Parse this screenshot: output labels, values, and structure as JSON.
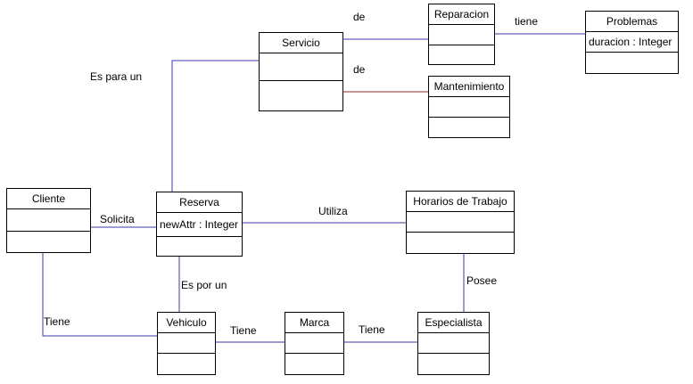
{
  "classes": {
    "servicio": {
      "name": "Servicio",
      "attribute": ""
    },
    "reparacion": {
      "name": "Reparacion",
      "attribute": ""
    },
    "problemas": {
      "name": "Problemas",
      "attribute": "duracion : Integer"
    },
    "mantenimiento": {
      "name": "Mantenimiento",
      "attribute": ""
    },
    "cliente": {
      "name": "Cliente",
      "attribute": ""
    },
    "reserva": {
      "name": "Reserva",
      "attribute": "newAttr : Integer"
    },
    "horarios": {
      "name": "Horarios de Trabajo",
      "attribute": ""
    },
    "vehiculo": {
      "name": "Vehiculo",
      "attribute": ""
    },
    "marca": {
      "name": "Marca",
      "attribute": ""
    },
    "especialista": {
      "name": "Especialista",
      "attribute": ""
    }
  },
  "associations": {
    "servicio_reparacion": "de",
    "reparacion_problemas": "tiene",
    "servicio_mantenimiento": "de",
    "reserva_servicio": "Es para un",
    "cliente_reserva": "Solicita",
    "reserva_horarios": "Utiliza",
    "reserva_vehiculo": "Es por un",
    "horarios_especialista": "Posee",
    "cliente_vehiculo": "Tiene",
    "vehiculo_marca": "Tiene",
    "marca_especialista": "Tiene"
  },
  "colors": {
    "line_blue": "#3a3aa6",
    "line_red": "#8b2a2a",
    "border": "#000000"
  }
}
